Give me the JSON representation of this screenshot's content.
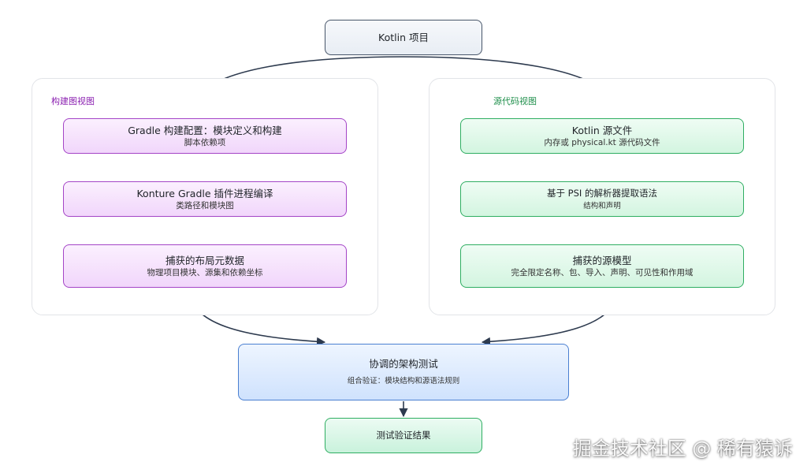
{
  "diagram": {
    "root": {
      "title": "Kotlin 项目"
    },
    "build_view": {
      "label": "构建图视图",
      "label_color": "#8a1fb0",
      "nodes": [
        {
          "title": "Gradle 构建配置：模块定义和构建",
          "subtitle": "脚本依赖项"
        },
        {
          "title": "Konture Gradle 插件进程编译",
          "subtitle": "类路径和模块图"
        },
        {
          "title": "捕获的布局元数据",
          "subtitle": "物理项目模块、源集和依赖坐标"
        }
      ]
    },
    "source_view": {
      "label": "源代码视图",
      "label_color": "#1f8f4b",
      "nodes": [
        {
          "title": "Kotlin 源文件",
          "subtitle": "内存或 physical.kt 源代码文件"
        },
        {
          "title": "基于 PSI 的解析器提取语法",
          "subtitle": "结构和声明"
        },
        {
          "title": "捕获的源模型",
          "subtitle": "完全限定名称、包、导入、声明、可见性和作用域"
        }
      ]
    },
    "coordinated": {
      "title": "协调的架构测试",
      "subtitle": "组合验证：模块结构和源语法规则"
    },
    "result": {
      "title": "测试验证结果"
    },
    "colors": {
      "connector": "#2d3a4e",
      "group_border": "#e2e4e8"
    }
  },
  "watermark": "掘金技术社区 @ 稀有猿诉"
}
